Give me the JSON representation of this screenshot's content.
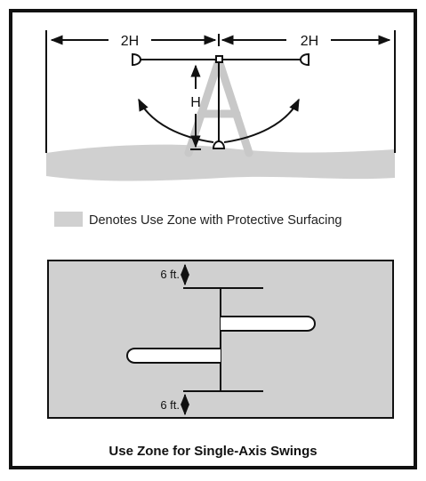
{
  "top_diagram": {
    "left_span_label": "2H",
    "right_span_label": "2H",
    "height_label": "H"
  },
  "legend": {
    "text": "Denotes Use Zone with Protective Surfacing"
  },
  "plan_view": {
    "top_clearance_label": "6 ft.",
    "bottom_clearance_label": "6 ft."
  },
  "caption": "Use Zone for Single-Axis Swings",
  "colors": {
    "use_zone_fill": "#d0d0d0",
    "frame_line": "#111111",
    "swing_frame_ghost": "#c8c8c8"
  }
}
